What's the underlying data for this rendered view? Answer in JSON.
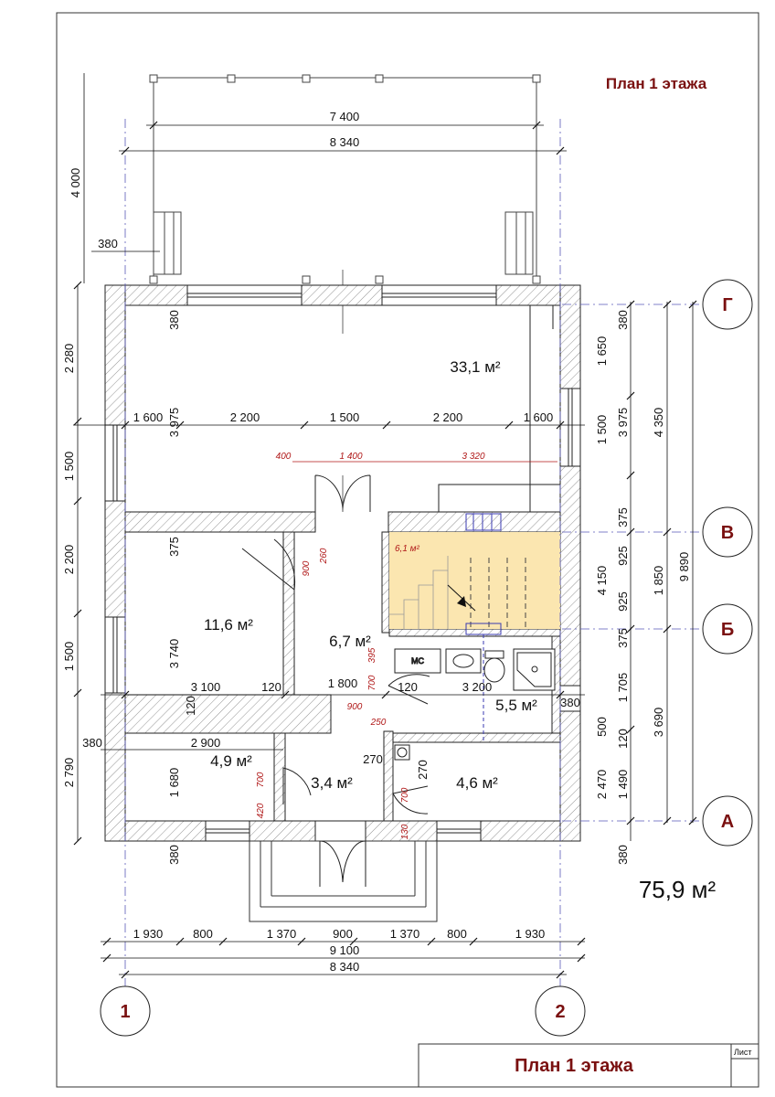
{
  "title": "План 1 этажа",
  "stamp": {
    "title": "План 1 этажа",
    "sheet_label": "Лист"
  },
  "total_area": "75,9 м²",
  "axes": {
    "letters": [
      "Г",
      "В",
      "Б",
      "А"
    ],
    "numbers": [
      "1",
      "2"
    ]
  },
  "rooms": {
    "living": "33,1 м²",
    "stair": "6,1 м²",
    "bedroom": "11,6 м²",
    "hall": "6,7 м²",
    "bath": "5,5 м²",
    "room_left": "4,9 м²",
    "vestibule": "3,4 м²",
    "room_right": "4,6 м²"
  },
  "fixtures": {
    "washer": "МС"
  },
  "dims": {
    "top_7400": "7 400",
    "top_8340": "8 340",
    "left_4000": "4 000",
    "terrace_380": "380",
    "d1600a": "1 600",
    "d2200a": "2 200",
    "d1500": "1 500",
    "d2200b": "2 200",
    "d1600b": "1 600",
    "d3975a": "3 975",
    "d380t": "380",
    "d375a": "375",
    "d3740": "3 740",
    "d3100": "3 100",
    "d120a": "120",
    "d120b": "120",
    "d1800": "1 800",
    "d120c": "120",
    "d3200": "3 200",
    "d380w": "380",
    "d2900": "2 900",
    "d1680": "1 680",
    "d270a": "270",
    "d270b": "270",
    "d380b": "380",
    "l2280": "2 280",
    "l1500a": "1 500",
    "l2200": "2 200",
    "l1500b": "1 500",
    "l2790": "2 790",
    "r380a": "380",
    "r1650": "1 650",
    "r1500": "1 500",
    "r3975": "3 975",
    "r4350": "4 350",
    "r375a": "375",
    "r925a": "925",
    "r4150": "4 150",
    "r1850": "1 850",
    "r925b": "925",
    "r9890": "9 890",
    "r375b": "375",
    "r1705": "1 705",
    "r500": "500",
    "r380b": "380",
    "r3690": "3 690",
    "r120": "120",
    "r2470": "2 470",
    "r1490": "1 490",
    "r380c": "380",
    "b1930a": "1 930",
    "b800a": "800",
    "b1370a": "1 370",
    "b900": "900",
    "b1370b": "1 370",
    "b800b": "800",
    "b1930b": "1 930",
    "b9100": "9 100",
    "b8340": "8 340"
  },
  "red_dims": {
    "r400": "400",
    "r1400": "1 400",
    "r3320": "3 320",
    "r260": "260",
    "r900v": "900",
    "r395": "395",
    "r700a": "700",
    "r900h": "900",
    "r250": "250",
    "r700b": "700",
    "r420": "420",
    "r700c": "700",
    "r130": "130"
  }
}
